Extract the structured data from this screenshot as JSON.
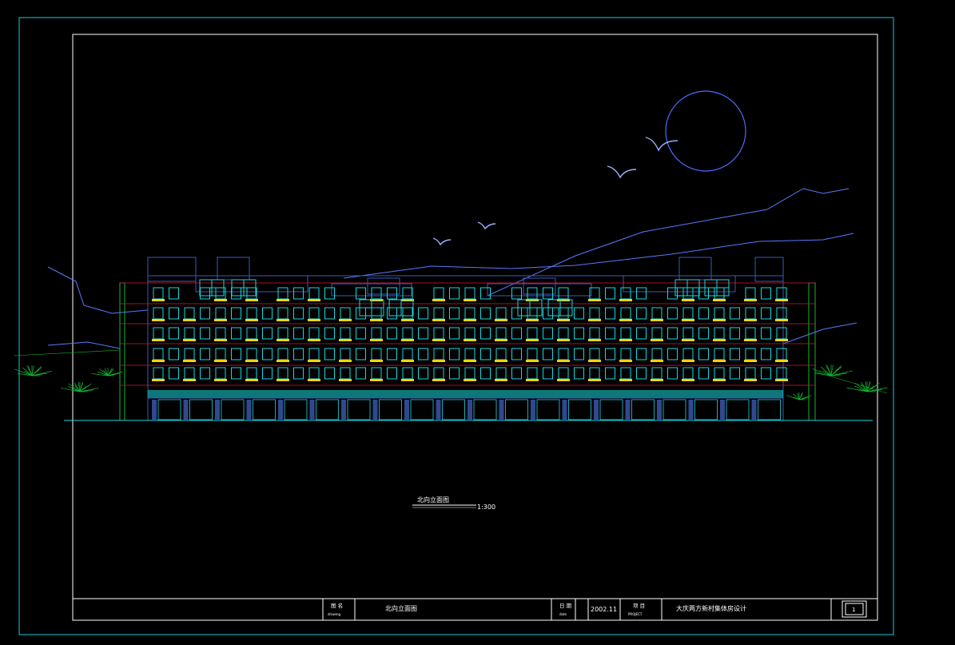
{
  "drawing": {
    "caption": "北向立面图",
    "scale": "1:300"
  },
  "title_block": {
    "drawing_label_cn": "图 名",
    "drawing_label_en": "drawing",
    "drawing_name": "北向立面图",
    "date_label_cn": "日 期",
    "date_label_en": "date",
    "date_value": "2002.11",
    "project_label_cn": "项 目",
    "project_label_en": "PROJECT",
    "project_name": "大庆两方新村集体房设计",
    "sheet_number": "1"
  },
  "colors": {
    "background": "#000000",
    "frame": "#19c8d8",
    "inner_frame": "#ffffff",
    "window": "#19d8e0",
    "balcony": "#ffd200",
    "floor_line": "#d8143c",
    "vegetation": "#12b830",
    "sky_lines": "#5a78ff",
    "facade": "#3c5ab4"
  }
}
